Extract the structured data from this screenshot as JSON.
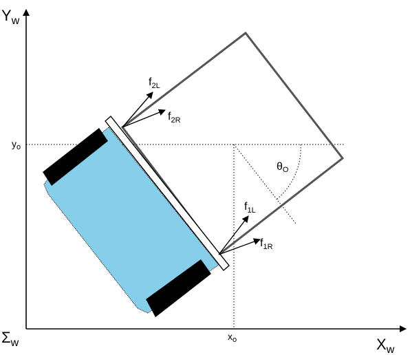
{
  "axes": {
    "y_label": "Y",
    "y_sub": "w",
    "x_label": "X",
    "x_sub": "w",
    "origin_label": "Σ",
    "origin_sub": "w",
    "x0_label": "x",
    "x0_sub": "o",
    "y0_label": "y",
    "y0_sub": "o"
  },
  "angle": {
    "label": "θ",
    "sub": "O"
  },
  "forces": [
    {
      "label": "f",
      "sub": "2L"
    },
    {
      "label": "f",
      "sub": "2R"
    },
    {
      "label": "f",
      "sub": "1L"
    },
    {
      "label": "f",
      "sub": "1R"
    }
  ],
  "colors": {
    "robot_body": "#87ceeb",
    "wheel": "#000000",
    "object_outline": "#555555",
    "axis": "#000000"
  }
}
